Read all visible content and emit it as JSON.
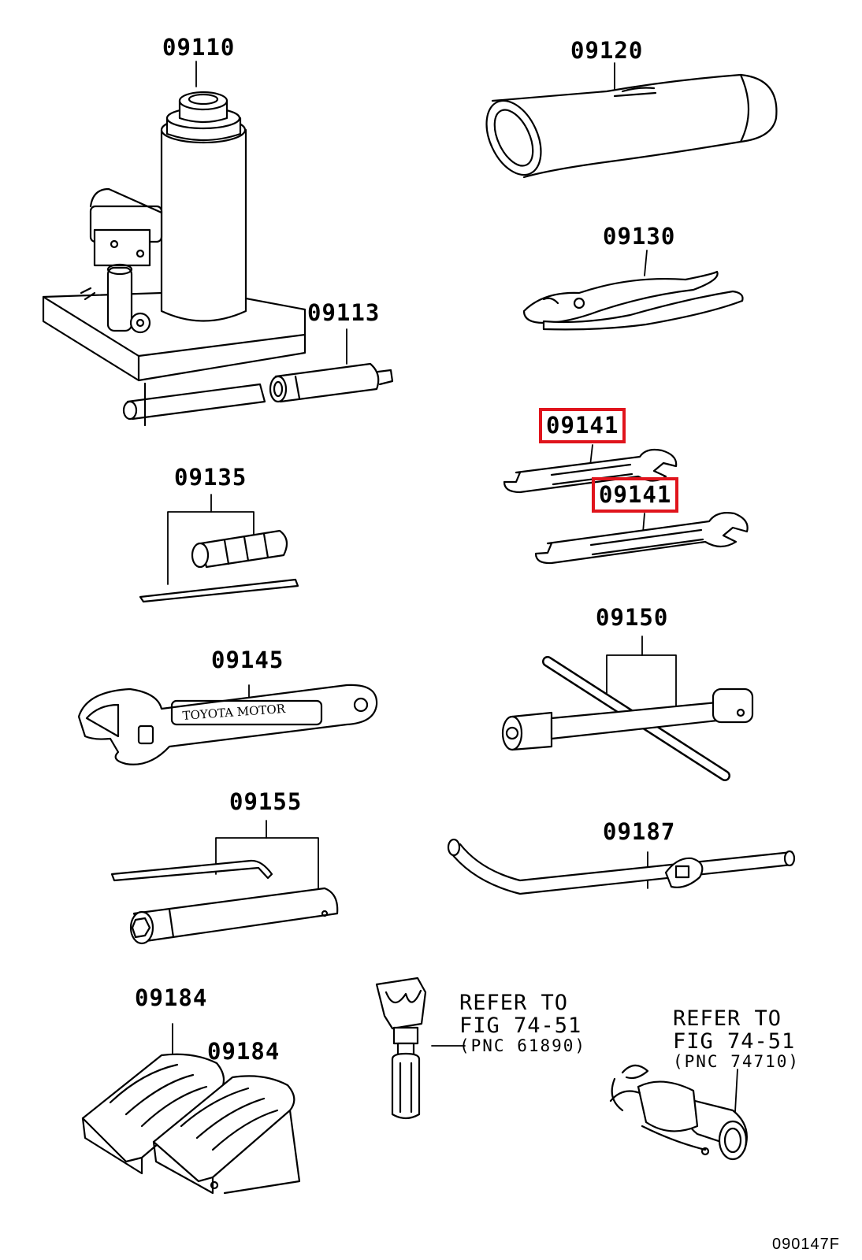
{
  "parts": {
    "p09110": "09110",
    "p09120": "09120",
    "p09130": "09130",
    "p09113": "09113",
    "p09141a": "09141",
    "p09141b": "09141",
    "p09135": "09135",
    "p09150": "09150",
    "p09145": "09145",
    "p09155": "09155",
    "p09187": "09187",
    "p09184a": "09184",
    "p09184b": "09184"
  },
  "highlighted_parts": [
    "09141",
    "09141"
  ],
  "highlight_color": "#e0141c",
  "refs": {
    "ref1": {
      "line1": "REFER TO",
      "line2": "FIG 74-51",
      "line3": "(PNC 61890)"
    },
    "ref2": {
      "line1": "REFER TO",
      "line2": "FIG 74-51",
      "line3": "(PNC 74710)"
    }
  },
  "wrench_marking": "TOYOTA MOTOR",
  "figure_id": "090147F"
}
